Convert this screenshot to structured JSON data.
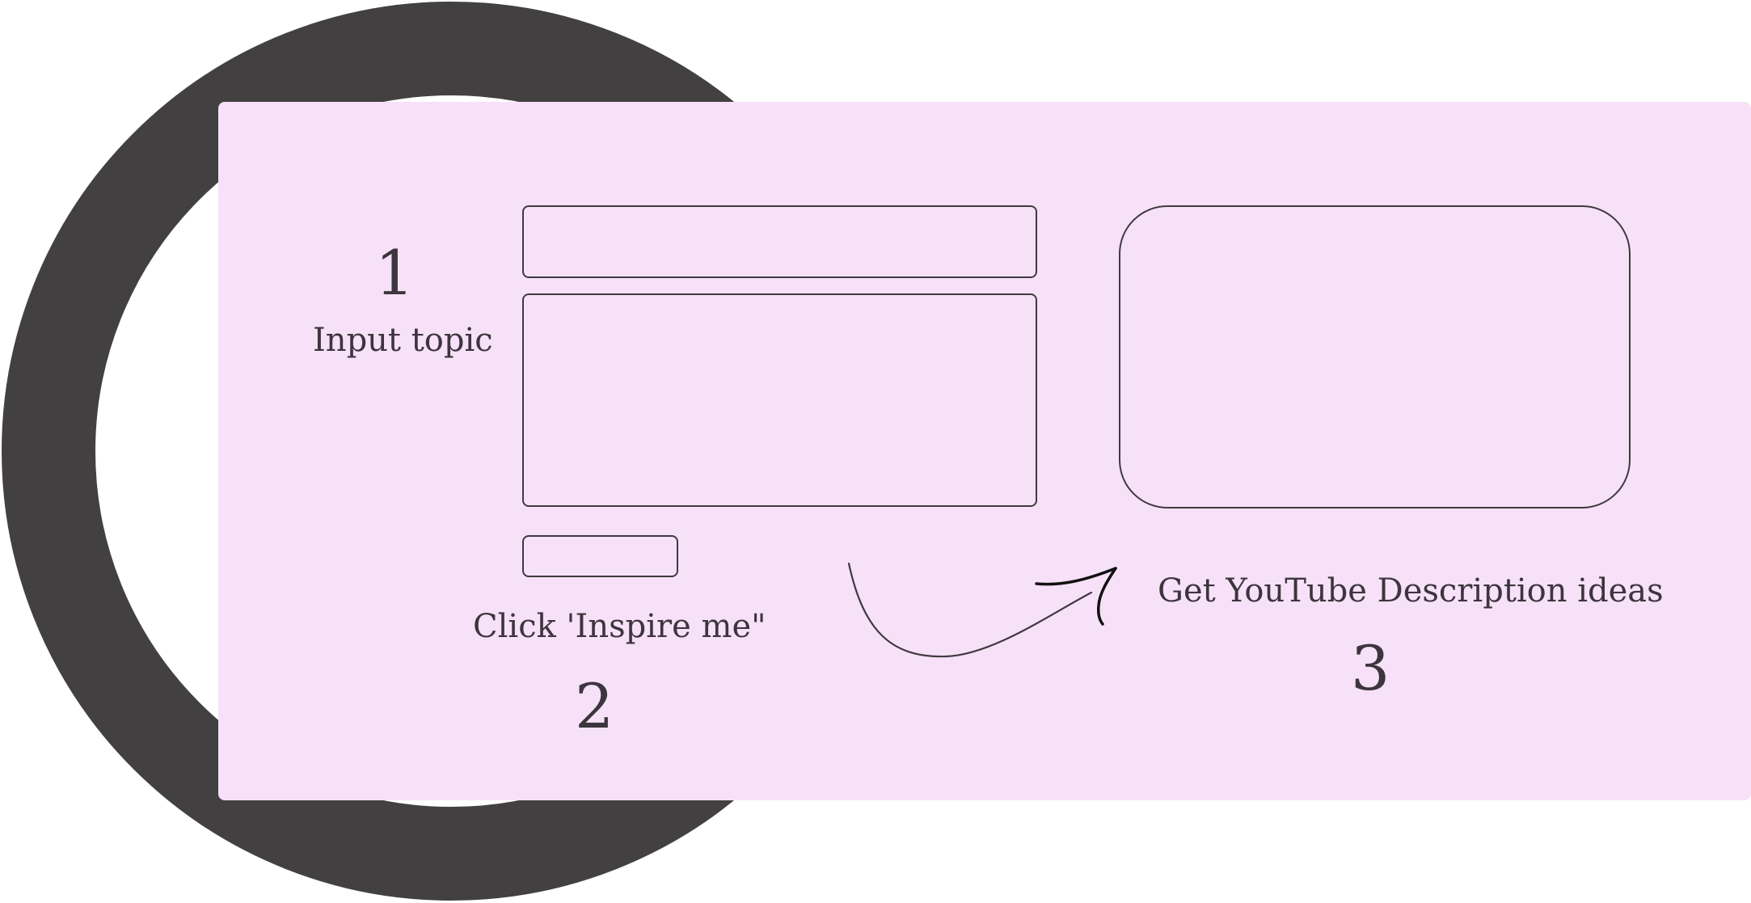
{
  "steps": {
    "one": {
      "number": "1",
      "text": "Input topic"
    },
    "two": {
      "number": "2",
      "text": "Click 'Inspire me\""
    },
    "three": {
      "number": "3",
      "text": "Get YouTube Description ideas"
    }
  },
  "colors": {
    "panel": "#f7e1f9",
    "ring": "#424041",
    "outline": "#3f3a3f",
    "text": "#3d353d"
  }
}
